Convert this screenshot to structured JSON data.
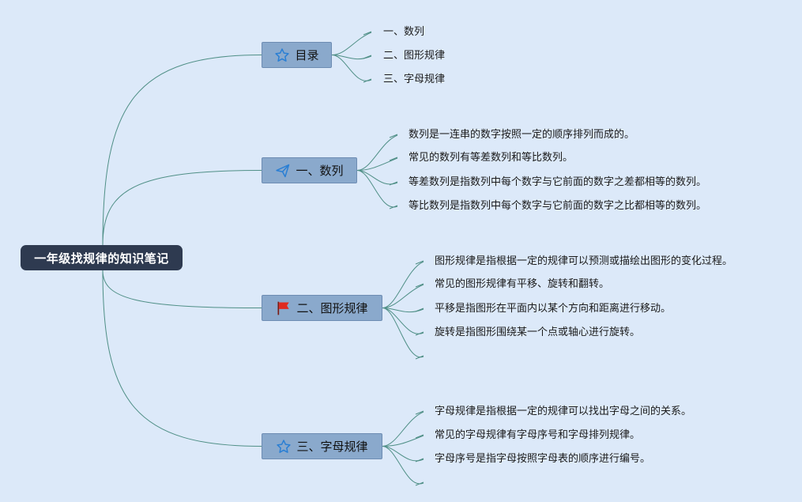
{
  "root": {
    "title": "一年级找规律的知识笔记"
  },
  "topics": [
    {
      "label": "目录",
      "icon": "star-icon",
      "items": [
        "一、数列",
        "二、图形规律",
        "三、字母规律"
      ]
    },
    {
      "label": "一、数列",
      "icon": "paper-plane-icon",
      "items": [
        "数列是一连串的数字按照一定的顺序排列而成的。",
        "常见的数列有等差数列和等比数列。",
        "等差数列是指数列中每个数字与它前面的数字之差都相等的数列。",
        "等比数列是指数列中每个数字与它前面的数字之比都相等的数列。"
      ]
    },
    {
      "label": "二、图形规律",
      "icon": "red-flag-icon",
      "items": [
        "图形规律是指根据一定的规律可以预测或描绘出图形的变化过程。",
        "常见的图形规律有平移、旋转和翻转。",
        "平移是指图形在平面内以某个方向和距离进行移动。",
        "旋转是指图形围绕某一个点或轴心进行旋转。",
        ""
      ]
    },
    {
      "label": "三、字母规律",
      "icon": "star-icon",
      "items": [
        "字母规律是指根据一定的规律可以找出字母之间的关系。",
        "常见的字母规律有字母序号和字母排列规律。",
        "字母序号是指字母按照字母表的顺序进行编号。",
        ""
      ]
    }
  ],
  "colors": {
    "background": "#dce9f9",
    "root": "#2e3a50",
    "topic": "#8aa9cc",
    "line": "#4f8f86",
    "star": "#2a7fd4",
    "flag": "#e02b20",
    "plane": "#2a7fd4"
  }
}
